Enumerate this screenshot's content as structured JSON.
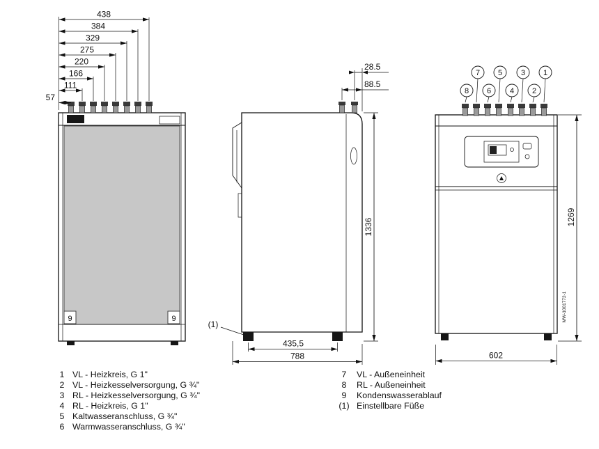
{
  "dimensions": {
    "rear_top": [
      "438",
      "384",
      "329",
      "275",
      "220",
      "166",
      "111"
    ],
    "rear_left": "57",
    "side_depth_top": [
      "28.5",
      "88.5"
    ],
    "side_height": "1336",
    "side_feet_span": "435,5",
    "side_depth": "788",
    "front_height": "1269",
    "front_width": "602"
  },
  "callouts": {
    "front_top_row": [
      "7",
      "5",
      "3",
      "1"
    ],
    "front_bottom_row": [
      "8",
      "6",
      "4",
      "2"
    ],
    "rear_drain": "9",
    "feet": "(1)"
  },
  "legend": {
    "left": [
      {
        "num": "1",
        "text": "VL - Heizkreis, G 1\""
      },
      {
        "num": "2",
        "text": "VL - Heizkesselversorgung, G ¾\""
      },
      {
        "num": "3",
        "text": "RL - Heizkesselversorgung, G ¾\""
      },
      {
        "num": "4",
        "text": "RL - Heizkreis, G 1\""
      },
      {
        "num": "5",
        "text": "Kaltwasseranschluss, G ¾\""
      },
      {
        "num": "6",
        "text": "Warmwasseranschluss, G ¾\""
      }
    ],
    "right": [
      {
        "num": "7",
        "text": "VL - Außeneinheit"
      },
      {
        "num": "8",
        "text": "RL - Außeneinheit"
      },
      {
        "num": "9",
        "text": "Kondenswasserablauf"
      },
      {
        "num": "(1)",
        "text": "Einstellbare Füße"
      }
    ]
  },
  "watermark": "MW-1001772-1"
}
